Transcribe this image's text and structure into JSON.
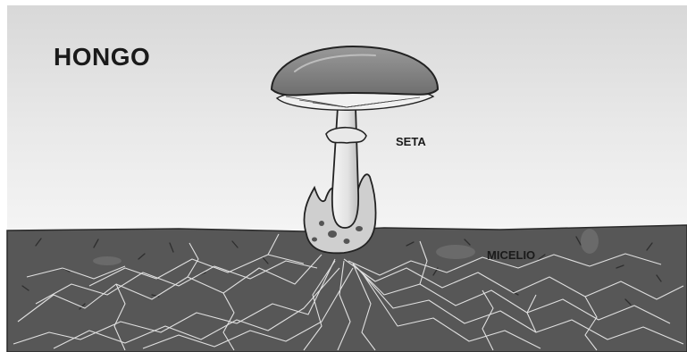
{
  "title": "HONGO",
  "labels": {
    "fruiting_body": "SETA",
    "mycelium": "MICELIO"
  },
  "colors": {
    "sky_top": "#dcdcdc",
    "sky_bottom": "#f2f2f2",
    "soil": "#555555",
    "mycelium_threads": "#e6e6e6",
    "cap": "#8a8a8a",
    "gills": "#f0f0f0",
    "stem": "#efefef",
    "outline": "#222222"
  }
}
